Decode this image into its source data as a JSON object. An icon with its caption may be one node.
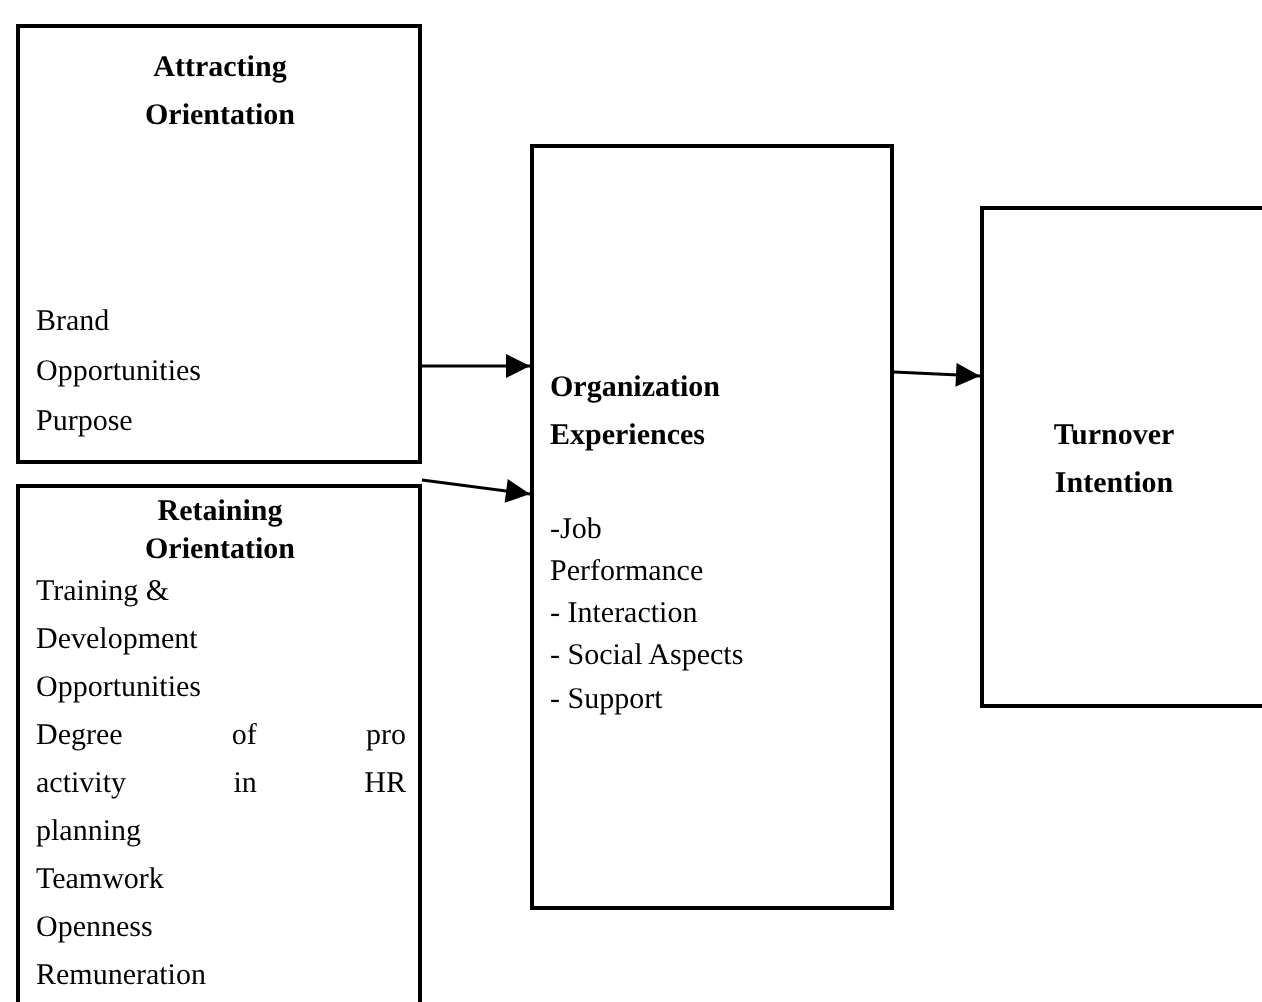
{
  "diagram": {
    "nodes": [
      {
        "text": [
          "Attracting Orientation",
          "Brand",
          "Opportunities",
          "Purpose"
        ]
      },
      {
        "text": [
          "Retaining Orientation",
          "Training & Development Opportunities",
          "Degree of pro activity in HR planning",
          "Teamwork",
          "Openness",
          "Remuneration"
        ]
      },
      {
        "text": [
          "Organization Experiences",
          "-Job Performance",
          "- Interaction",
          "- Social Aspects",
          "- Support"
        ]
      },
      {
        "text": [
          "Turnover Intention"
        ]
      }
    ],
    "edges": [
      {
        "from": 0,
        "to": 2,
        "arrow": "to"
      },
      {
        "from": 1,
        "to": 2,
        "arrow": "to"
      },
      {
        "from": 2,
        "to": 3,
        "arrow": "to"
      }
    ]
  }
}
